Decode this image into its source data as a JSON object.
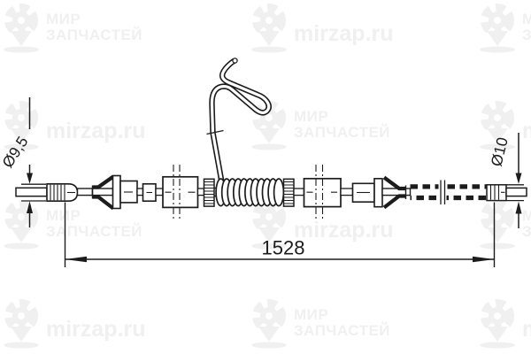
{
  "drawing": {
    "type": "technical-drawing",
    "subject": "parking brake cable",
    "dimensions": {
      "left_diameter": "Ø9,5",
      "right_diameter": "Ø10",
      "overall_length": "1528"
    },
    "line_color": "#1c1c1c"
  },
  "watermark": {
    "brand_line1": "МИР",
    "brand_line2": "ЗАПЧАСТЕЙ",
    "site": "mirzap.ru",
    "color": "#f0f0f0"
  }
}
